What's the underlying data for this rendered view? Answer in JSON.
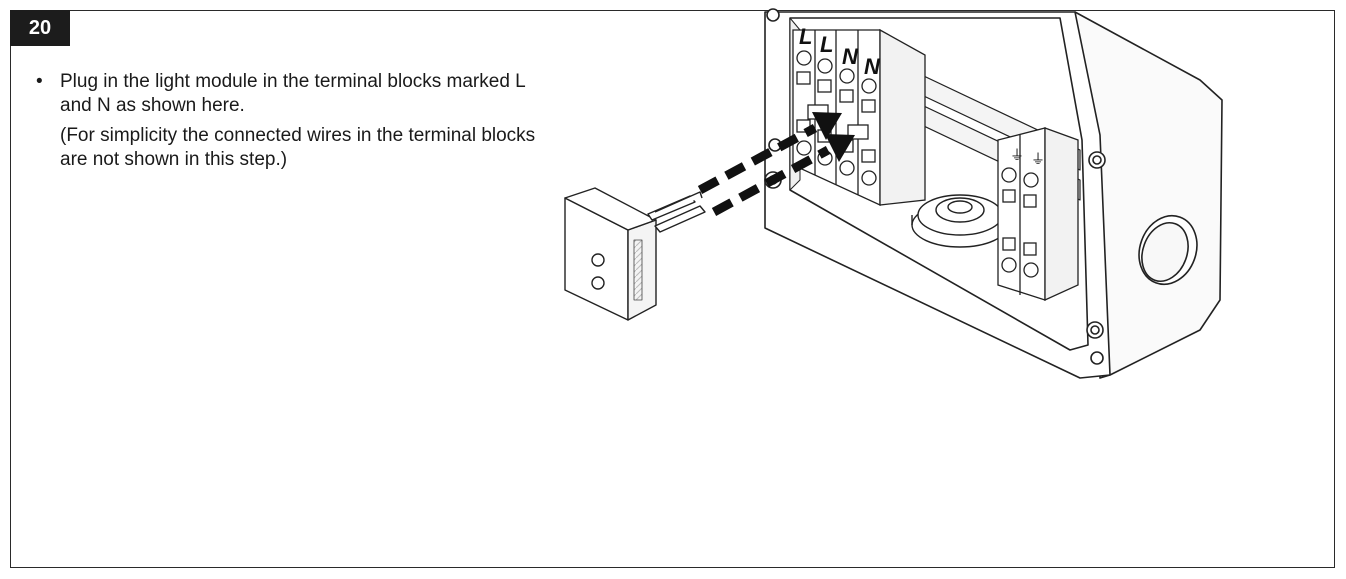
{
  "step": {
    "number": "20"
  },
  "instructions": {
    "bullet_symbol": "•",
    "bullet_text": "Plug in the light module in the terminal blocks marked L and N as shown here.",
    "note_text": "(For simplicity the connected wires in the terminal blocks are not shown in this step.)"
  },
  "illustration": {
    "terminal_labels": [
      "L",
      "L",
      "N",
      "N"
    ],
    "ground_symbol": "⏚"
  }
}
